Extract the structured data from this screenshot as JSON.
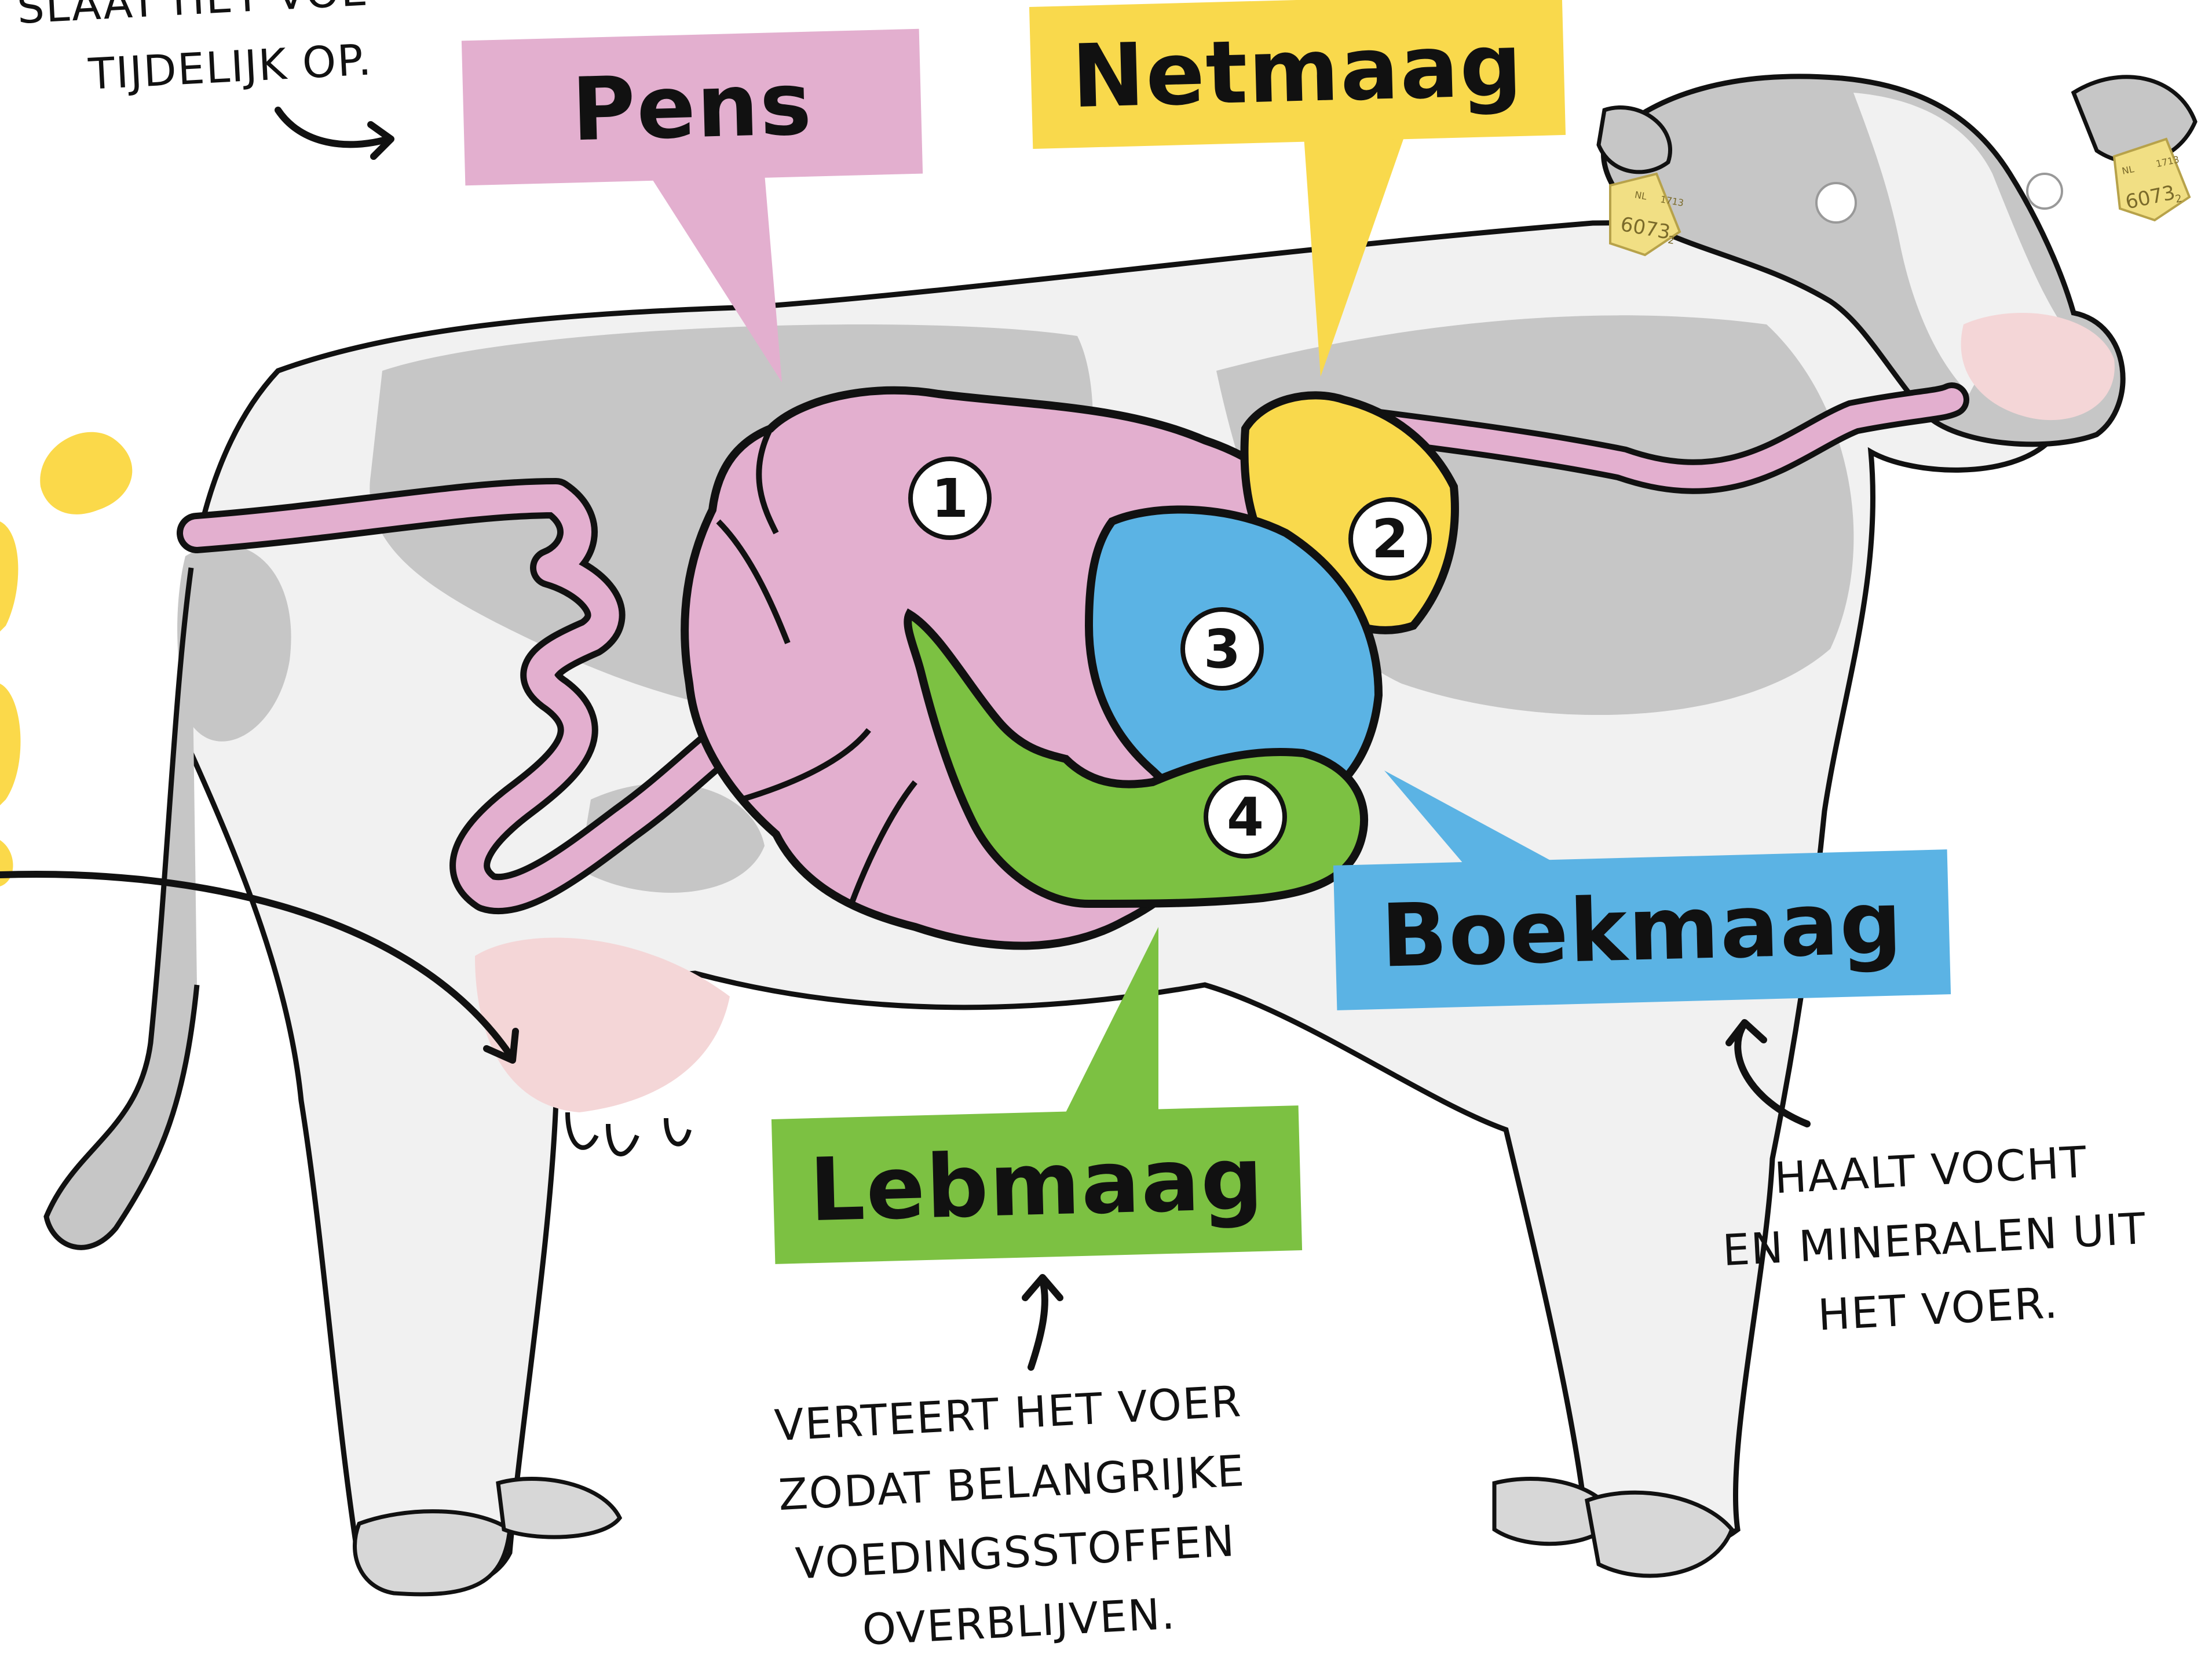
{
  "colors": {
    "pens": "#e3afcf",
    "netmaag": "#f9d94c",
    "boekmaag": "#5bb3e4",
    "lebmaag": "#7cc142",
    "cow_gray": "#c6c6c6",
    "cow_light": "#f1f1f1",
    "cow_pink": "#f4d6d7",
    "outline": "#111111",
    "ear_tag": "#f1df84",
    "splash": "#fbd94a"
  },
  "icons": [
    "cow-icon",
    "arrow-icon",
    "ear-tag-icon"
  ],
  "top_left_note": {
    "line1": "SLAAT HET VOE",
    "line2": "TIJDELIJK OP."
  },
  "labels": {
    "pens": "Pens",
    "netmaag": "Netmaag",
    "boekmaag": "Boekmaag",
    "lebmaag": "Lebmaag"
  },
  "stomach_numbers": {
    "pens": "1",
    "netmaag": "2",
    "boekmaag": "3",
    "lebmaag": "4"
  },
  "ear_tag": {
    "country": "NL",
    "code": "1713",
    "number": "6073",
    "suffix": "2"
  },
  "notes": {
    "boekmaag": [
      "HAALT VOCHT",
      "EN MINERALEN UIT",
      "HET VOER."
    ],
    "lebmaag": [
      "VERTEERT HET VOER",
      "ZODAT BELANGRIJKE",
      "VOEDINGSSTOFFEN",
      "OVERBLIJVEN."
    ]
  }
}
